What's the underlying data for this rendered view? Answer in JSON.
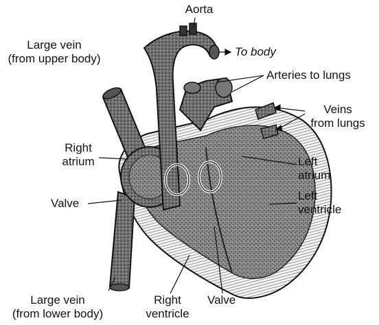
{
  "labels": {
    "aorta": "Aorta",
    "to_body": "To body",
    "large_vein_upper": [
      "Large vein",
      "(from upper body)"
    ],
    "arteries_to_lungs": "Arteries to lungs",
    "veins_from_lungs": [
      "Veins",
      "from lungs"
    ],
    "right_atrium": [
      "Right",
      "atrium"
    ],
    "left_atrium": [
      "Left",
      "atrium"
    ],
    "left_ventricle": [
      "Left",
      "ventricle"
    ],
    "valve_left": "Valve",
    "large_vein_lower": [
      "Large vein",
      "(from lower body)"
    ],
    "right_ventricle": [
      "Right",
      "ventricle"
    ],
    "valve_bottom": "Valve"
  },
  "colors": {
    "ink": "#111111",
    "tissue_dark": "#6a6a6a",
    "tissue_light": "#bdbdbd",
    "paper": "#ffffff"
  }
}
